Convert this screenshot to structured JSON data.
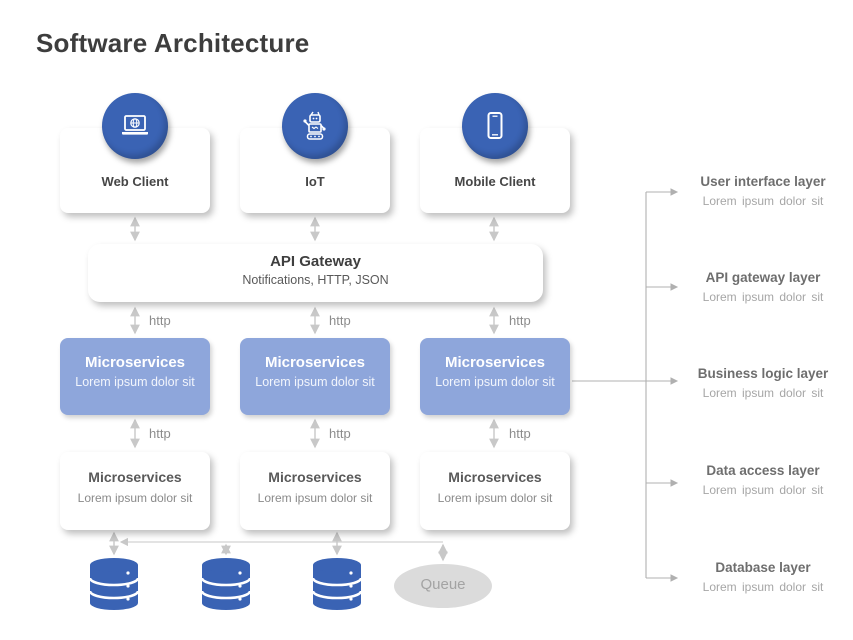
{
  "title": "Software Architecture",
  "clients": [
    {
      "label": "Web Client",
      "icon": "laptop-globe-icon"
    },
    {
      "label": "IoT",
      "icon": "robot-icon"
    },
    {
      "label": "Mobile Client",
      "icon": "smartphone-icon"
    }
  ],
  "api_gateway": {
    "title": "API Gateway",
    "subtitle": "Notifications, HTTP, JSON"
  },
  "connection_label": "http",
  "microservices_blue": {
    "title": "Microservices",
    "subtitle": "Lorem ipsum dolor sit"
  },
  "microservices_white": {
    "title": "Microservices",
    "subtitle": "Lorem ipsum dolor sit"
  },
  "queue": {
    "label": "Queue"
  },
  "layers": [
    {
      "title": "User interface layer",
      "subtitle": "Lorem ipsum dolor sit"
    },
    {
      "title": "API gateway layer",
      "subtitle": "Lorem ipsum dolor sit"
    },
    {
      "title": "Business logic layer",
      "subtitle": "Lorem ipsum dolor sit"
    },
    {
      "title": "Data access layer",
      "subtitle": "Lorem ipsum dolor sit"
    },
    {
      "title": "Database layer",
      "subtitle": "Lorem ipsum dolor sit"
    }
  ],
  "colors": {
    "icon_circle_blue": "#3a63b4",
    "microservices_blue": "#8ea6db",
    "database_blue": "#3a63b4",
    "queue_gray": "#dbdbdb",
    "connector_gray": "#c8c8c8",
    "layer_line_gray": "#b0b0b0"
  }
}
